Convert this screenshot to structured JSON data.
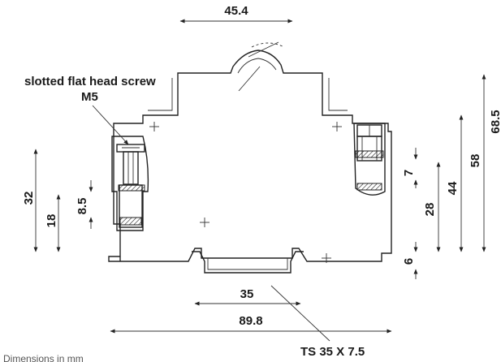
{
  "labels": {
    "screw_line1": "slotted flat head screw",
    "screw_line2": "M5",
    "rail": "TS 35 X 7.5",
    "caption": "Dimensions in mm"
  },
  "dimensions": {
    "top_width": "45.4",
    "rail_width": "35",
    "overall_width": "89.8",
    "h32": "32",
    "h18": "18",
    "h8_5": "8.5",
    "h7": "7",
    "h28": "28",
    "h6": "6",
    "h44": "44",
    "h58": "58",
    "h68_5": "68.5"
  }
}
